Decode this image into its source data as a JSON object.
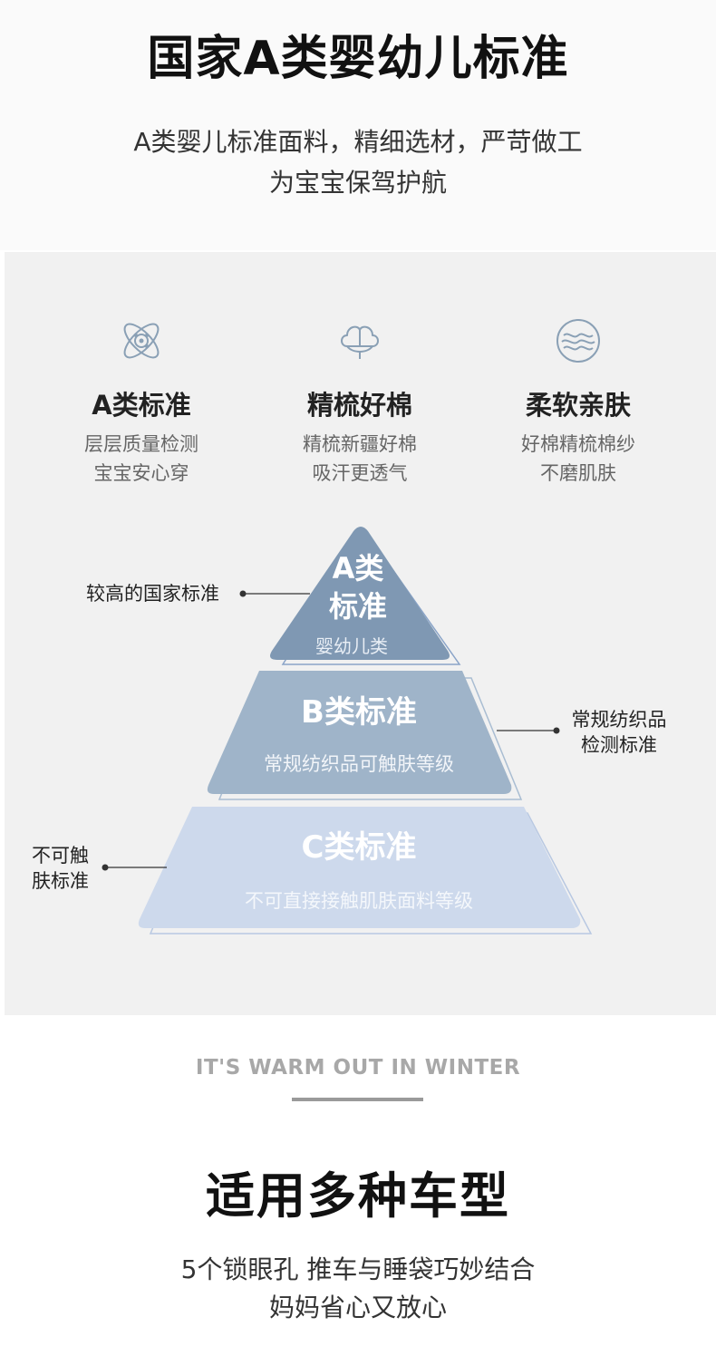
{
  "header": {
    "title": "国家A类婴幼儿标准",
    "subtitle_line1": "A类婴儿标准面料，精细选材，严苛做工",
    "subtitle_line2": "为宝宝保驾护航"
  },
  "features": [
    {
      "icon": "atom-icon",
      "title": "A类标准",
      "desc1": "层层质量检测",
      "desc2": "宝宝安心穿"
    },
    {
      "icon": "cotton-icon",
      "title": "精梳好棉",
      "desc1": "精梳新疆好棉",
      "desc2": "吸汗更透气"
    },
    {
      "icon": "wave-circle-icon",
      "title": "柔软亲肤",
      "desc1": "好棉精梳棉纱",
      "desc2": "不磨肌肤"
    }
  ],
  "pyramid": {
    "a": {
      "title1": "A类",
      "title2": "标准",
      "sub": "婴幼儿类"
    },
    "b": {
      "title": "B类标准",
      "sub": "常规纺织品可触肤等级"
    },
    "c": {
      "title": "C类标准",
      "sub": "不可直接接触肌肤面料等级"
    },
    "callout_a": "较高的国家标准",
    "callout_b_line1": "常规纺织品",
    "callout_b_line2": "检测标准",
    "callout_c_line1": "不可触",
    "callout_c_line2": "肤标准"
  },
  "colors": {
    "tier_a": "#7f98b3",
    "tier_b": "#9fb4c9",
    "tier_c": "#cdd9ec",
    "icon": "#8aa0b5"
  },
  "section2": {
    "english": "IT'S WARM OUT IN WINTER",
    "title": "适用多种车型",
    "subtitle_line1": "5个锁眼孔 推车与睡袋巧妙结合",
    "subtitle_line2": "妈妈省心又放心"
  }
}
